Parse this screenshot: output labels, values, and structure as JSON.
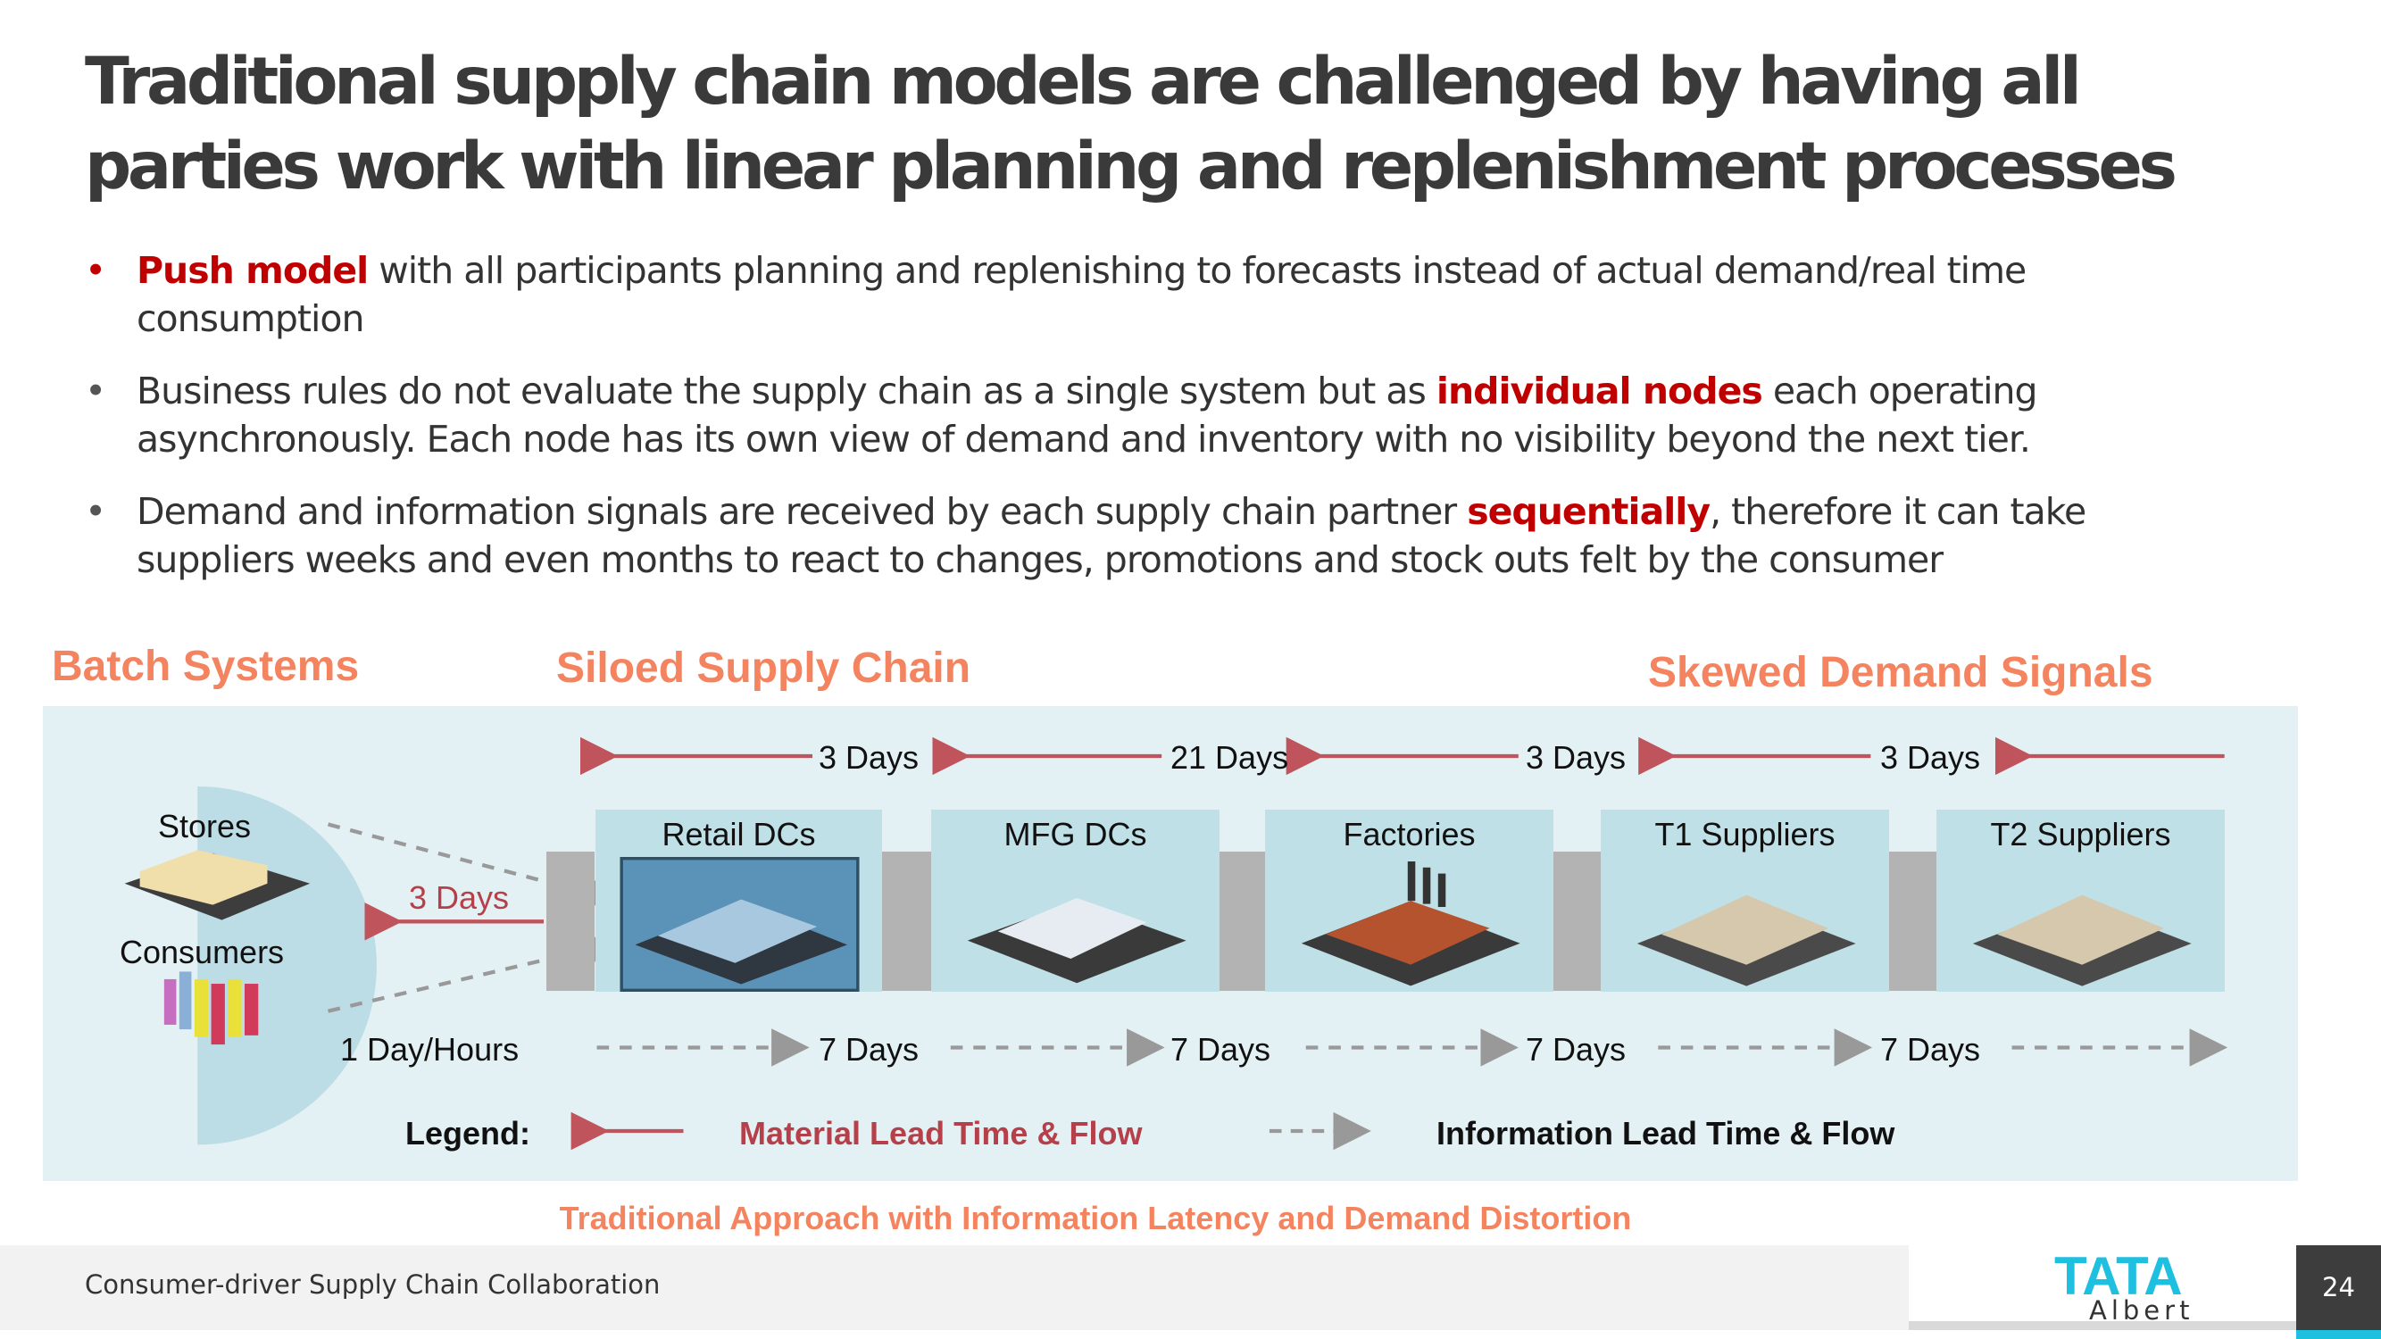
{
  "title": "Traditional supply chain models are challenged by having all parties work with linear planning and replenishment processes",
  "bullets": [
    {
      "before": "",
      "highlight": "Push model",
      "after": " with all participants planning and replenishing to forecasts instead of actual demand/real  time consumption"
    },
    {
      "before": "Business rules do not evaluate the supply chain as a single system but as ",
      "highlight": "individual nodes",
      "after": " each operating asynchronously. Each node has its own view of demand and inventory with no visibility beyond the next tier."
    },
    {
      "before": "Demand and information signals are received by each supply chain partner ",
      "highlight": "sequentially",
      "after": ", therefore it can take suppliers weeks and even months to react to changes, promotions and stock outs felt by the consumer"
    }
  ],
  "sections": {
    "batch": "Batch Systems",
    "siloed": "Siloed Supply Chain",
    "skewed": "Skewed Demand Signals"
  },
  "diagram": {
    "stores": "Stores",
    "consumers": "Consumers",
    "consumer_material": "3 Days",
    "consumer_info": "1 Day/Hours",
    "nodes": [
      "Retail DCs",
      "MFG DCs",
      "Factories",
      "T1 Suppliers",
      "T2 Suppliers"
    ],
    "material_times": [
      "3 Days",
      "21 Days",
      "3 Days",
      "3 Days"
    ],
    "info_times": [
      "7 Days",
      "7 Days",
      "7 Days",
      "7 Days"
    ],
    "legend": {
      "label": "Legend:",
      "material": "Material Lead Time & Flow",
      "information": "Information Lead Time & Flow"
    },
    "colors": {
      "material": "#b5404a",
      "information": "#999999",
      "accent": "#f4845f"
    }
  },
  "caption": "Traditional Approach with Information Latency and Demand Distortion",
  "footer": {
    "text": "Consumer-driver Supply Chain Collaboration",
    "logo_top": "TATA",
    "logo_bottom": "Albert",
    "page": "24"
  }
}
